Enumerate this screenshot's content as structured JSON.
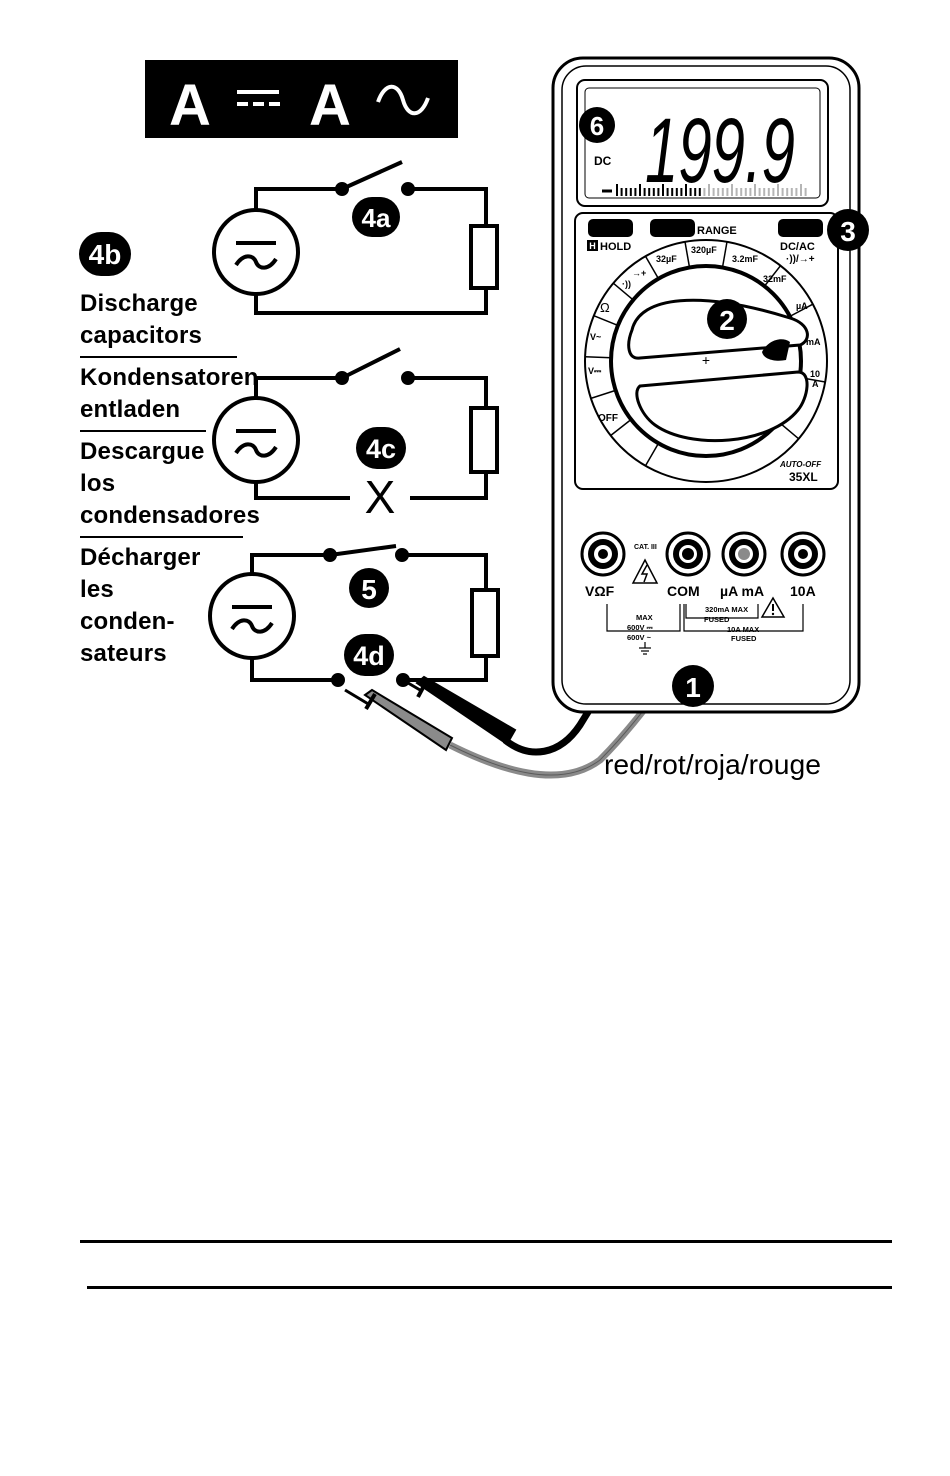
{
  "header_box": {
    "left": "A",
    "dc_symbol": "---",
    "right": "A",
    "ac_symbol": "~"
  },
  "callouts": {
    "c1": "1",
    "c2": "2",
    "c3": "3",
    "c4a": "4a",
    "c4b": "4b",
    "c4c": "4c",
    "c4d": "4d",
    "c5": "5",
    "c6": "6"
  },
  "captions": {
    "en": [
      "Discharge",
      "capacitors"
    ],
    "de": [
      "Kondensatoren",
      "entladen"
    ],
    "es": [
      "Descargue",
      "los",
      "condensadores"
    ],
    "fr": [
      "Décharger",
      "les",
      "conden-",
      "sateurs"
    ]
  },
  "open_mark": "X",
  "meter": {
    "display_value": "199.9",
    "display_mode": "DC",
    "buttons": {
      "hold": "HOLD",
      "hold_box": "H",
      "range": "RANGE",
      "dcac": "DC/AC",
      "dcac_sub": "·))/→+"
    },
    "dial": {
      "cap_32uf": "32µF",
      "cap_320uf": "320µF",
      "cap_3_2mf": "3.2mF",
      "cap_32mf": "32mF",
      "ua": "µA",
      "ma": "mA",
      "ten_a_1": "10",
      "ten_a_2": "A",
      "ohm": "Ω",
      "diode": "→+",
      "cont": "·))",
      "v_ac": "V~",
      "v_dc": "V⎓",
      "off": "OFF",
      "plus": "+"
    },
    "auto_off": "AUTO-OFF",
    "model": "35XL",
    "jacks": {
      "vohm": "VΩF",
      "com": "COM",
      "uama": "µA mA",
      "ten_a": "10A"
    },
    "ratings": {
      "cat": "CAT. III",
      "max": "MAX",
      "v1": "600V ⎓",
      "v2": "600V ~",
      "fuse1a": "320mA MAX",
      "fuse1b": "FUSED",
      "fuse2a": "10A MAX",
      "fuse2b": "FUSED"
    }
  },
  "lead_caption": "red/rot/roja/rouge"
}
